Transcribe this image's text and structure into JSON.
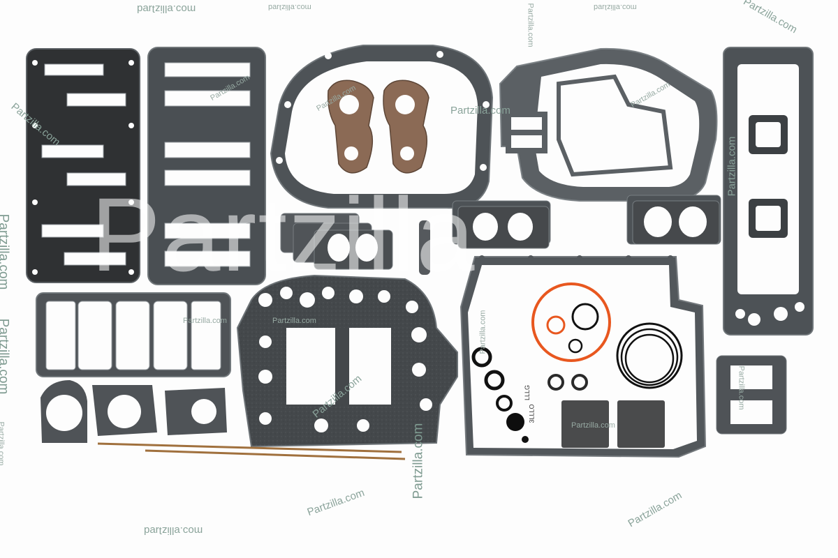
{
  "watermark": {
    "text": "Partzilla.com",
    "text_lower": "partzilla.com",
    "text_mirrored": "moɔ.ɐllizʇɹɐd",
    "big_text": "Partzilla"
  },
  "labels": {
    "code_a": "LLLG",
    "code_b": "3LLLO"
  },
  "colors": {
    "gasket_dark": "#3b3d3f",
    "gasket_mid": "#4a4e51",
    "gasket_edge": "#6b7176",
    "fiber": "#8b6a55",
    "oring_orange": "#e8571f",
    "oring_black": "#111111",
    "cord": "#a0703d",
    "watermark": "#8aa39a"
  }
}
